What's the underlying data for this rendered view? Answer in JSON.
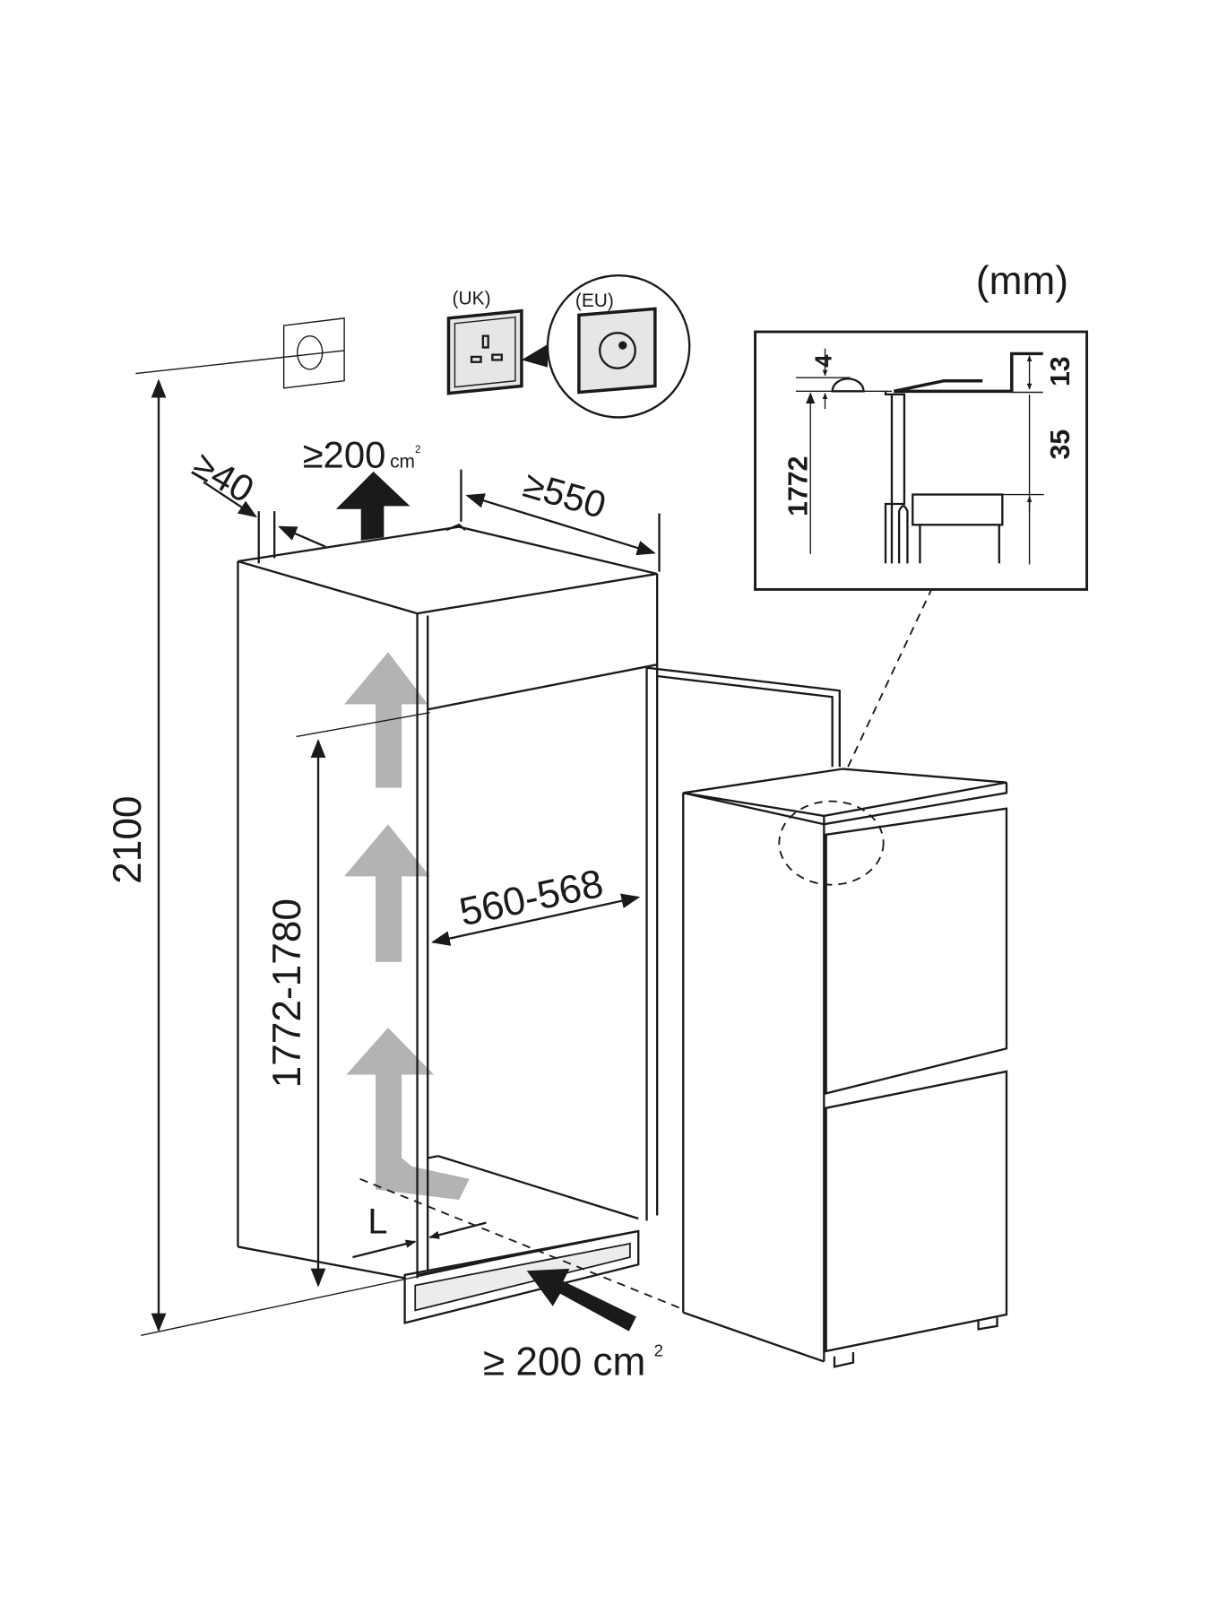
{
  "units_label": "(mm)",
  "sockets": {
    "uk_label": "(UK)",
    "eu_label": "(EU)"
  },
  "dimensions": {
    "total_height": "2100",
    "niche_height": "1772-1780",
    "niche_width": "560-568",
    "niche_depth": "≥550",
    "rear_gap": "≥40",
    "top_vent": "≥200",
    "top_vent_unit": "cm",
    "top_vent_sup": "2",
    "bottom_vent": "≥ 200 cm",
    "bottom_vent_sup": "2",
    "plinth_label": "L"
  },
  "detail": {
    "dim_4": "4",
    "dim_13": "13",
    "dim_35": "35",
    "dim_1772": "1772"
  }
}
